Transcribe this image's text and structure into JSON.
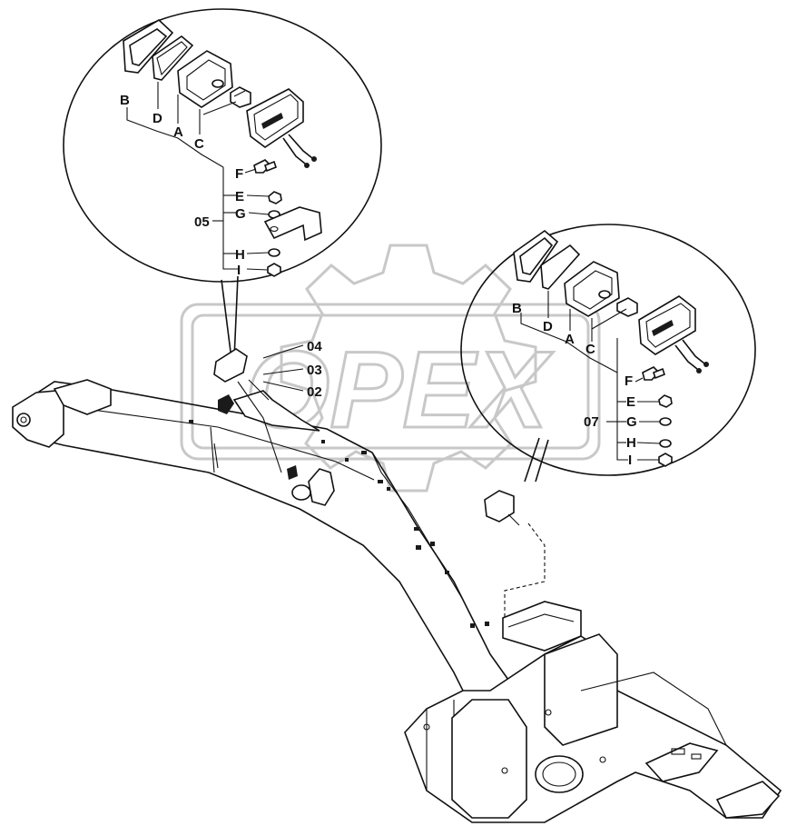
{
  "watermark": {
    "text": "OPEX"
  },
  "detail_left": {
    "letters": {
      "b": "B",
      "d": "D",
      "a": "A",
      "c": "C",
      "f": "F",
      "e": "E",
      "g": "G",
      "h": "H",
      "i": "I"
    },
    "group": "05"
  },
  "detail_right": {
    "letters": {
      "b": "B",
      "d": "D",
      "a": "A",
      "c": "C",
      "f": "F",
      "e": "E",
      "g": "G",
      "h": "H",
      "i": "I"
    },
    "group": "07"
  },
  "callouts": {
    "c04": "04",
    "c03": "03",
    "c02": "02"
  }
}
